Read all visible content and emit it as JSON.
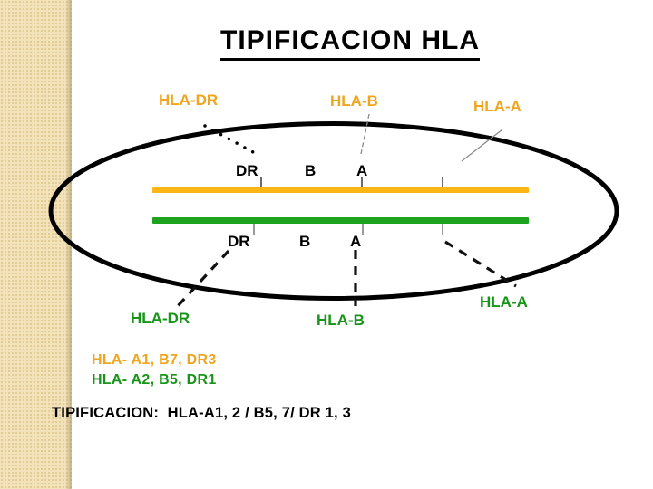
{
  "title": "TIPIFICACION HLA",
  "top_labels": {
    "hla_dr": "HLA-DR",
    "hla_b": "HLA-B",
    "hla_a": "HLA-A"
  },
  "top_chromosome": {
    "loci": [
      "DR",
      "B",
      "A"
    ],
    "color": "#FBB514"
  },
  "bottom_chromosome": {
    "loci": [
      "DR",
      "B",
      "A"
    ],
    "color": "#1DA31D"
  },
  "bottom_labels": {
    "hla_dr": "HLA-DR",
    "hla_b": "HLA-B",
    "hla_a": "HLA-A"
  },
  "haplotypes": {
    "paternal": {
      "text": "HLA- A1, B7, DR3",
      "color": "#F0A51E"
    },
    "maternal": {
      "text": "HLA- A2, B5, DR1",
      "color": "#189418"
    }
  },
  "result_line": "TIPIFICACION:  HLA-A1, 2 / B5, 7/ DR 1, 3",
  "colors": {
    "title_text": "#000000",
    "orange_label": "#F0A51E",
    "green_label": "#189418",
    "ellipse_stroke": "#000000",
    "left_stripe": "#F3E3BB",
    "tick_gray": "#6B6B6B",
    "background": "#FFFFFF"
  }
}
